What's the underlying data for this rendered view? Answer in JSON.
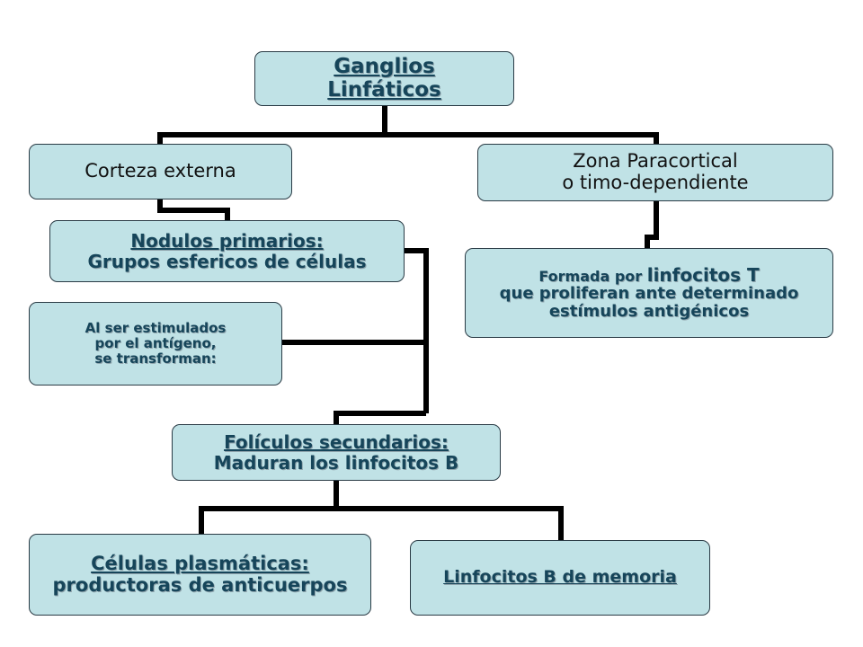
{
  "diagram": {
    "root": {
      "line1": "Ganglios",
      "line2": "Linfáticos"
    },
    "corteza": {
      "text": "Corteza externa"
    },
    "paracortical": {
      "line1": "Zona Paracortical",
      "line2": "o timo-dependiente"
    },
    "nodulos": {
      "line1": "Nodulos primarios:",
      "line2": "Grupos esfericos de células"
    },
    "formada": {
      "line1a": "Formada por ",
      "line1b": "linfocitos T",
      "line2": "que proliferan ante determinado",
      "line3": "estímulos antigénicos"
    },
    "estimulados": {
      "line1": "Al ser estimulados",
      "line2": "por el antígeno,",
      "line3": "se transforman:"
    },
    "foliculos": {
      "line1": "Folículos secundarios:",
      "line2": "Maduran los  linfocitos B"
    },
    "plasmaticas": {
      "line1": "Células plasmáticas:",
      "line2": "productoras de anticuerpos"
    },
    "memoria": {
      "text": "Linfocitos B de memoria"
    },
    "colors": {
      "box_fill": "#c0e2e6",
      "box_border": "#2a3b45",
      "text": "#16455a",
      "connector": "#000000"
    }
  }
}
